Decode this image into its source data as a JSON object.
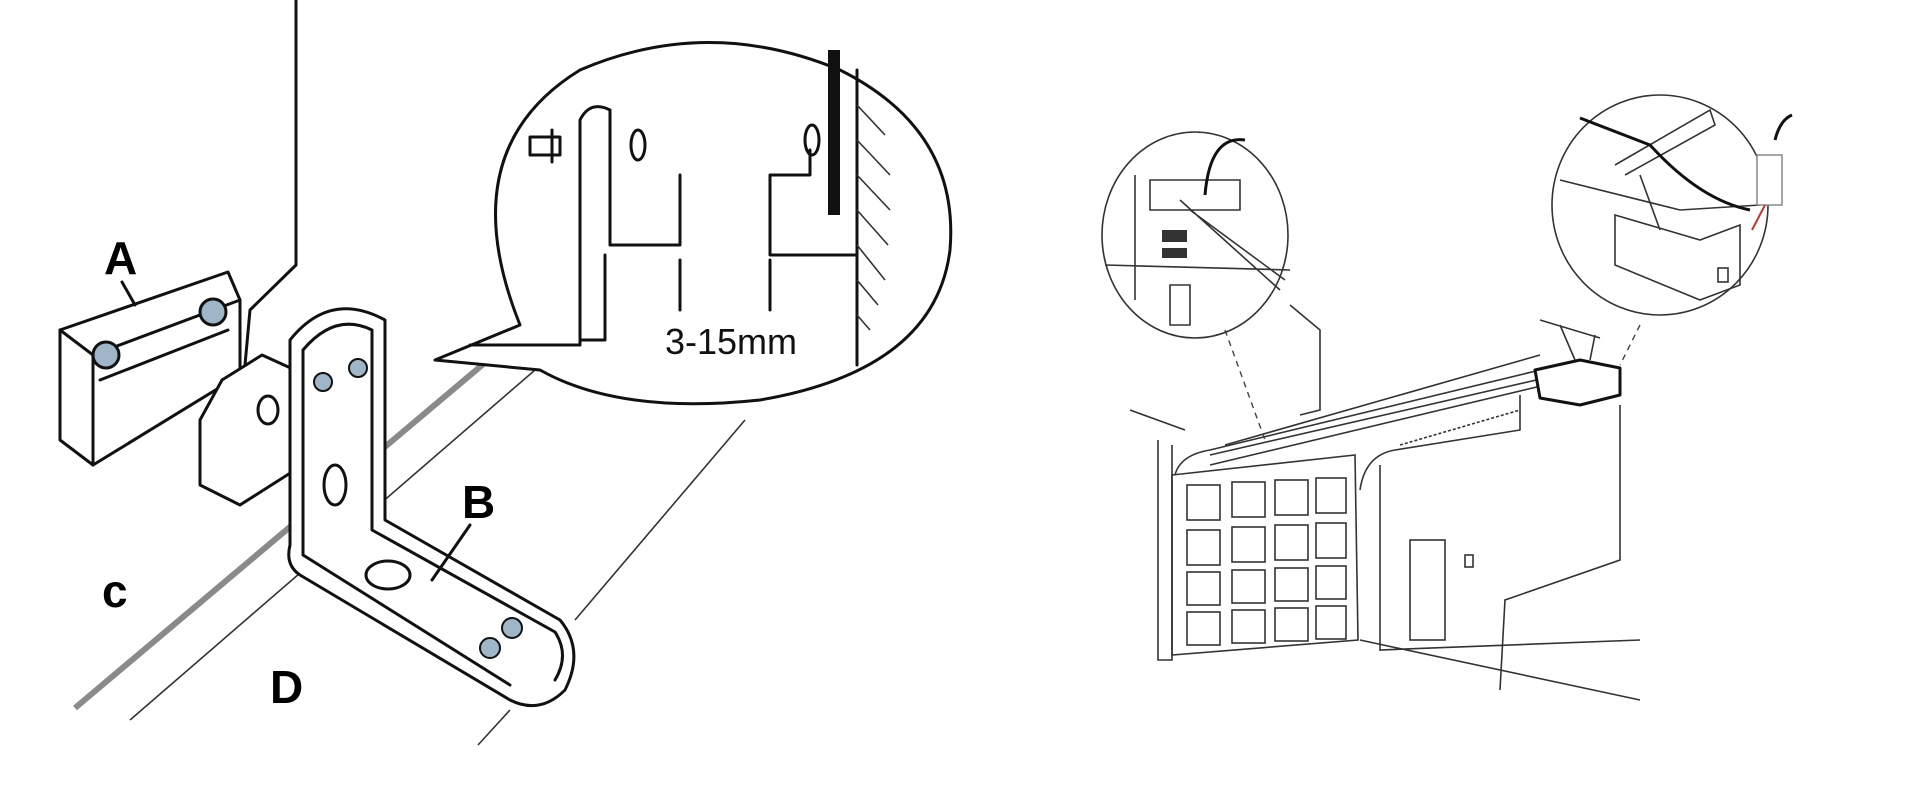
{
  "left_diagram": {
    "label_a": "A",
    "label_b": "B",
    "label_c": "c",
    "label_d": "D",
    "gap_dimension": "3-15mm"
  },
  "colors": {
    "line": "#111111",
    "floor_line": "#8a8a8a",
    "screw": "#9fb6c8",
    "wire_red": "#c0392b"
  }
}
